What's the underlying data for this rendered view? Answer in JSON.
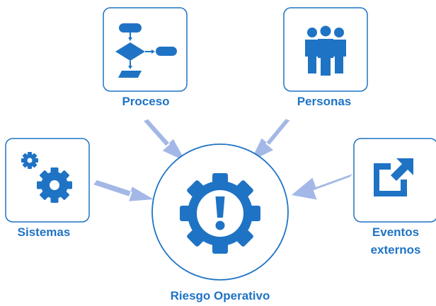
{
  "nodes": {
    "proceso": {
      "label": "Proceso",
      "icon": "flowchart-icon"
    },
    "personas": {
      "label": "Personas",
      "icon": "people-group-icon"
    },
    "sistemas": {
      "label": "Sistemas",
      "icon": "gears-icon"
    },
    "eventos": {
      "label_line1": "Eventos",
      "label_line2": "externos",
      "icon": "external-link-icon"
    },
    "center": {
      "label": "Riesgo Operativo",
      "icon": "gear-exclamation-icon"
    }
  },
  "colors": {
    "brand_blue": "#1f73c4",
    "arrow_blue": "#a3b8e6",
    "box_border": "#1f73c4"
  }
}
